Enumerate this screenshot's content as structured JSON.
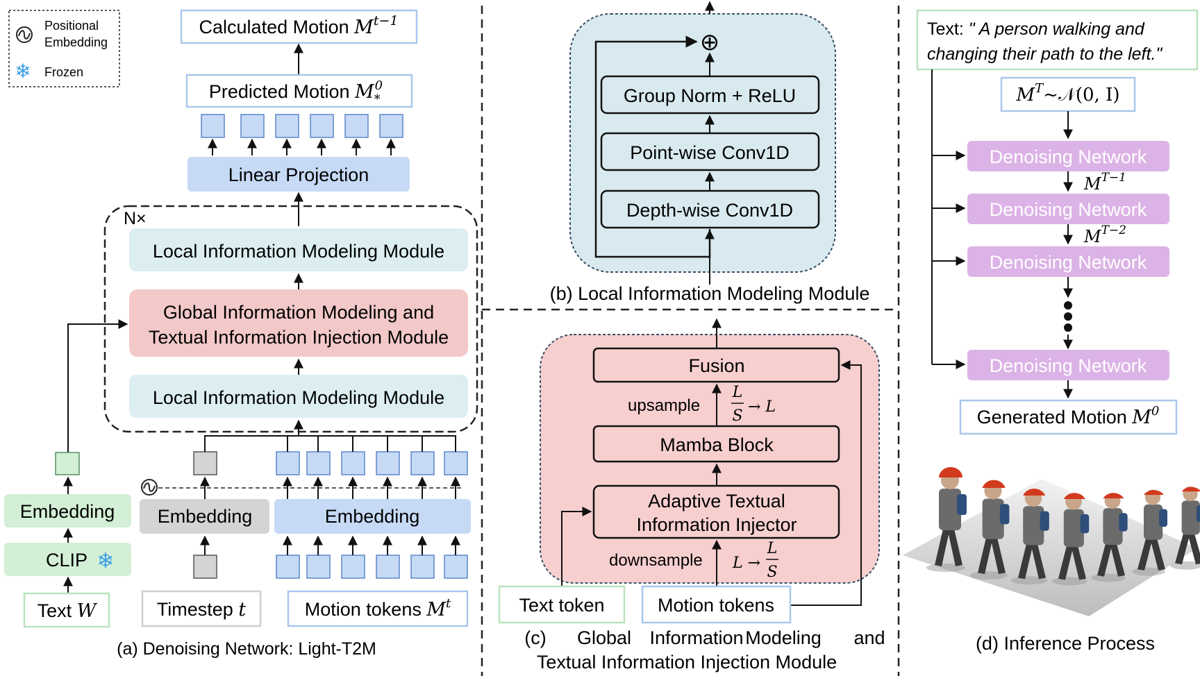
{
  "legend": {
    "positional_line1": "Positional",
    "positional_line2": "Embedding",
    "frozen": "Frozen"
  },
  "panel_a": {
    "calculated_motion": "Calculated Motion ",
    "calculated_motion_sym": "M",
    "calculated_motion_sup": "t−1",
    "predicted_motion": "Predicted Motion ",
    "predicted_motion_sym": "M",
    "predicted_motion_sub": "*",
    "predicted_motion_sup": "0",
    "linear_projection": "Linear Projection",
    "repeat_label": "N×",
    "local_module_top": "Local Information Modeling Module",
    "global_module_line1": "Global Information Modeling and",
    "global_module_line2": "Textual Information Injection Module",
    "local_module_bottom": "Local Information Modeling Module",
    "embedding_text": "Embedding",
    "clip": "CLIP",
    "text_w": "Text ",
    "text_w_sym": "W",
    "embedding_timestep": "Embedding",
    "timestep": "Timestep ",
    "timestep_sym": "t",
    "embedding_motion": "Embedding",
    "motion_tokens": "Motion tokens ",
    "motion_tokens_sym": "M",
    "motion_tokens_sup": "t",
    "caption": "(a) Denoising Network: Light-T2M"
  },
  "panel_b": {
    "plus": "⊕",
    "group_norm": "Group Norm + ReLU",
    "pointwise": "Point-wise Conv1D",
    "depthwise": "Depth-wise Conv1D",
    "caption": "(b) Local Information Modeling Module"
  },
  "panel_c": {
    "fusion": "Fusion",
    "upsample": "upsample",
    "up_num": "L",
    "up_den": "S",
    "up_arrow": "→ L",
    "mamba": "Mamba Block",
    "injector_line1": "Adaptive Textual",
    "injector_line2": "Information Injector",
    "downsample": "downsample",
    "down_pre": "L →",
    "down_num": "L",
    "down_den": "S",
    "text_token": "Text token",
    "motion_tokens": "Motion tokens",
    "caption_line1_words": [
      "(c)",
      "Global",
      "Information",
      "Modeling",
      "and"
    ],
    "caption_line2": "Textual Information Injection Module"
  },
  "panel_d": {
    "prompt_prefix": "Text: ",
    "prompt_line1": "\" A person walking and",
    "prompt_line2": "changing their path to the left.\"",
    "noise_formula": "M",
    "noise_sup": "T",
    "noise_rest": "~𝒩(0, I)",
    "denoise_1": "Denoising Network",
    "denoise_2": "Denoising Network",
    "denoise_3": "Denoising Network",
    "denoise_4": "Denoising Network",
    "step_label_1_sym": "M",
    "step_label_1_sup": "T−1",
    "step_label_2_sym": "M",
    "step_label_2_sup": "T−2",
    "generated_motion": "Generated Motion ",
    "generated_motion_sym": "M",
    "generated_motion_sup": "0",
    "caption": "(d) Inference Process"
  },
  "colors": {
    "blue_fill": "#c6daf6",
    "blue_stroke": "#5b86c9",
    "light_blue_box": "#dceef2",
    "red_fill": "#f3c8c8",
    "green_fill": "#d3efd6",
    "green_stroke": "#b9e3bd",
    "gray_fill": "#d4d4d4",
    "purple_fill": "#dcb3e6",
    "teal_bg": "#d8eaef",
    "pink_bg": "#f7cfcf",
    "box_border": "#a9c7ec"
  }
}
